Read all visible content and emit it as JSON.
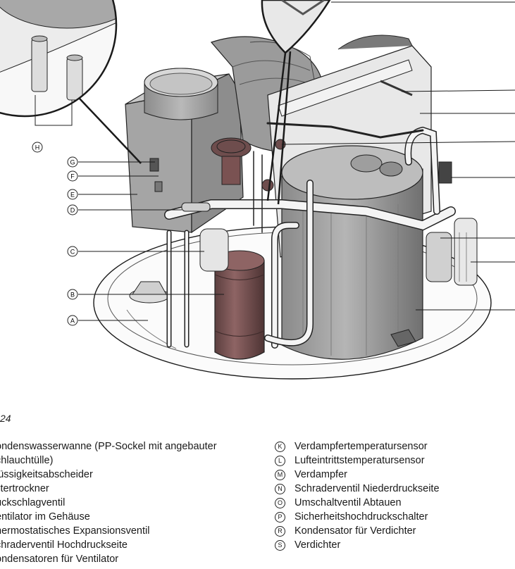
{
  "figure_number": "24",
  "callouts": [
    "A",
    "B",
    "C",
    "D",
    "E",
    "F",
    "G",
    "H"
  ],
  "legend_left": [
    "ondenswasserwanne (PP-Sockel mit angebauter",
    "chlauchtülle)",
    "lüssigkeitsabscheider",
    "iltertrockner",
    "ückschlagventil",
    "entilator im Gehäuse",
    "hermostatisches Expansionsventil",
    "chraderventil Hochdruckseite",
    "ondensatoren für Ventilator"
  ],
  "legend_right": [
    {
      "letter": "K",
      "text": "Verdampfertemperatursensor"
    },
    {
      "letter": "L",
      "text": "Lufteintrittstemperatursensor"
    },
    {
      "letter": "M",
      "text": "Verdampfer"
    },
    {
      "letter": "N",
      "text": "Schraderventil Niederdruckseite"
    },
    {
      "letter": "O",
      "text": "Umschaltventil Abtauen"
    },
    {
      "letter": "P",
      "text": "Sicherheitshochdruckschalter"
    },
    {
      "letter": "R",
      "text": "Kondensator für Verdichter"
    },
    {
      "letter": "S",
      "text": "Verdichter"
    }
  ],
  "colors": {
    "line": "#1a1a1a",
    "light_grey": "#e6e6e6",
    "mid_grey": "#a8a8a8",
    "dark_grey": "#6e6e6e",
    "red_brown": "#7a5252",
    "pipe_white": "#f4f4f4"
  }
}
